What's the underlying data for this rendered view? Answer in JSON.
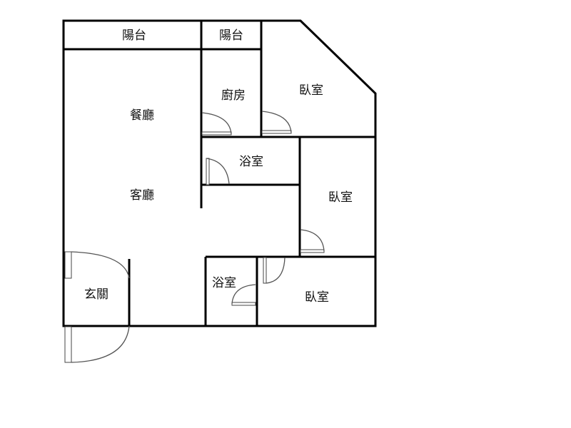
{
  "rooms": {
    "balcony_1": "陽台",
    "balcony_2": "陽台",
    "kitchen": "廚房",
    "dining_room": "餐廳",
    "living_room": "客廳",
    "bedroom_1": "臥室",
    "bathroom_1": "浴室",
    "bedroom_2": "臥室",
    "bathroom_2": "浴室",
    "bedroom_3": "臥室",
    "entrance": "玄關"
  }
}
